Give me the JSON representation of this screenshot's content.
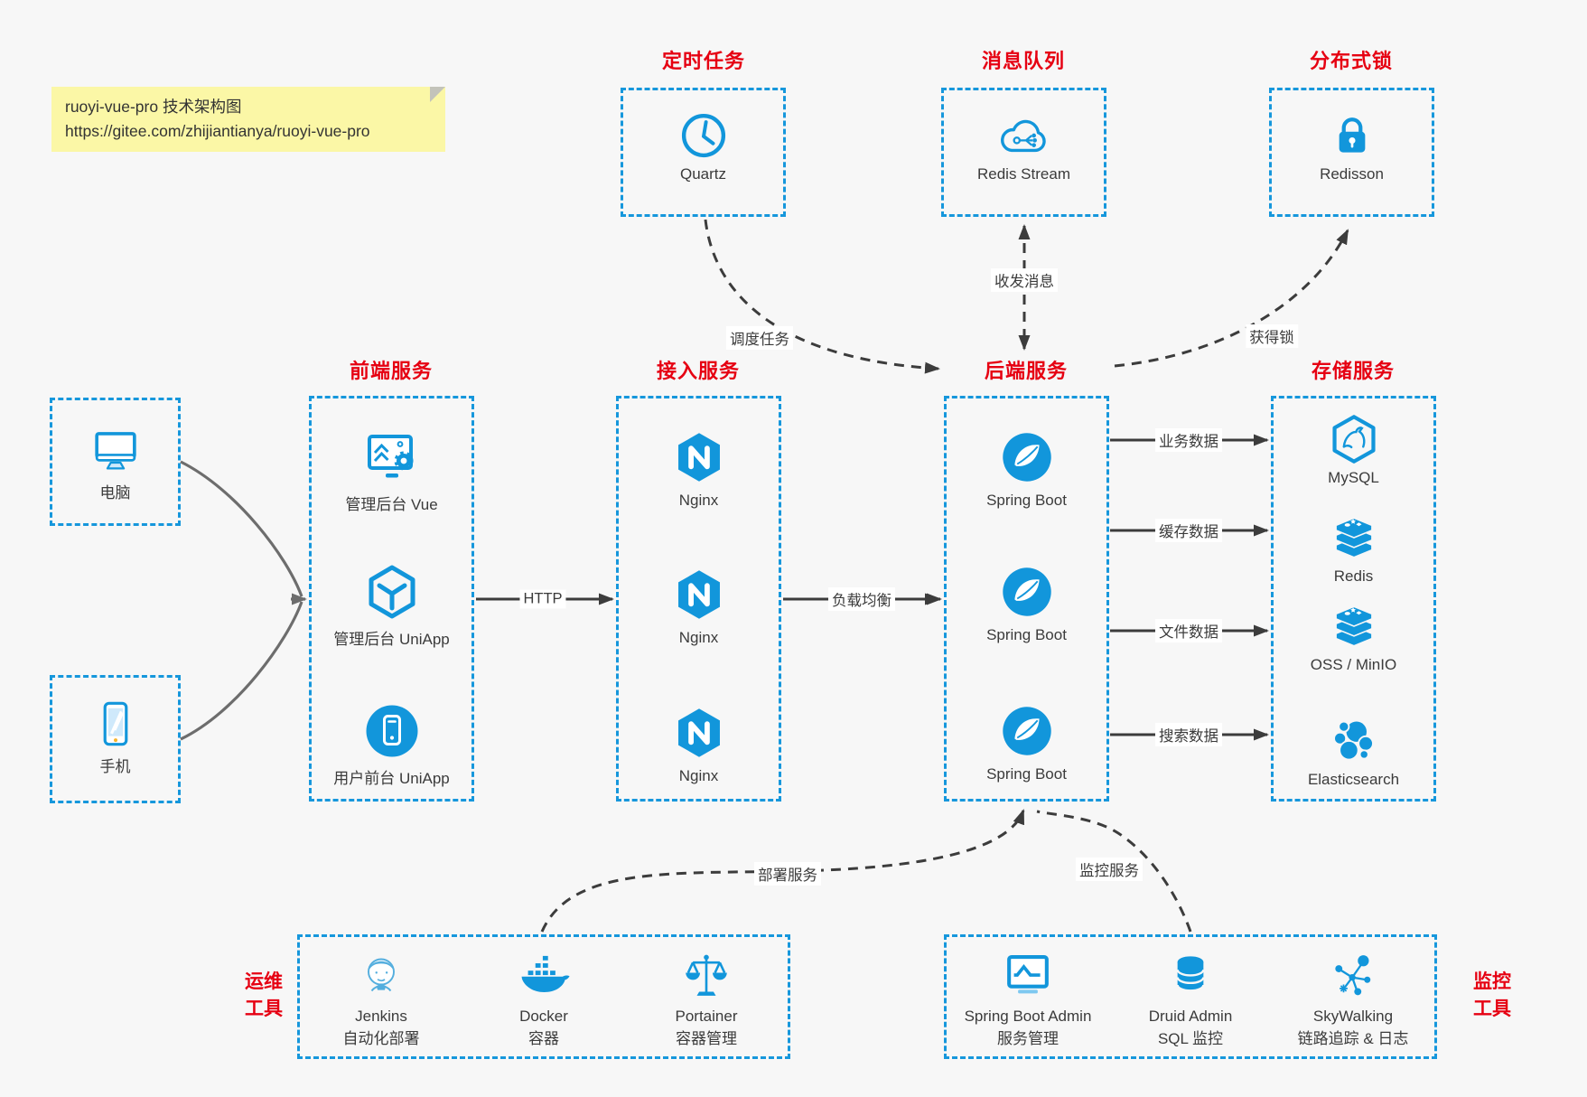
{
  "note": {
    "line1": "ruoyi-vue-pro 技术架构图",
    "line2": "https://gitee.com/zhijiantianya/ruoyi-vue-pro"
  },
  "colors": {
    "accent_blue": "#1296db",
    "title_red": "#e60012",
    "arrow_dark": "#3c3c3c",
    "client_arrow_gray": "#6d6d6d",
    "note_yellow": "#fbf7a6",
    "background": "#f7f7f7"
  },
  "groups": {
    "scheduled": {
      "title": "定时任务",
      "items": [
        {
          "label": "Quartz",
          "icon": "clock-icon"
        }
      ]
    },
    "mq": {
      "title": "消息队列",
      "items": [
        {
          "label": "Redis Stream",
          "icon": "cloud-stream-icon"
        }
      ]
    },
    "lock": {
      "title": "分布式锁",
      "items": [
        {
          "label": "Redisson",
          "icon": "lock-icon"
        }
      ]
    },
    "clients": {
      "items": [
        {
          "label": "电脑",
          "icon": "desktop-icon"
        },
        {
          "label": "手机",
          "icon": "smartphone-icon"
        }
      ]
    },
    "frontend": {
      "title": "前端服务",
      "items": [
        {
          "label": "管理后台 Vue",
          "icon": "admin-vue-icon"
        },
        {
          "label": "管理后台 UniApp",
          "icon": "uniapp-cube-icon"
        },
        {
          "label": "用户前台 UniApp",
          "icon": "uniapp-phone-icon"
        }
      ]
    },
    "gateway": {
      "title": "接入服务",
      "items": [
        {
          "label": "Nginx",
          "icon": "nginx-icon"
        },
        {
          "label": "Nginx",
          "icon": "nginx-icon"
        },
        {
          "label": "Nginx",
          "icon": "nginx-icon"
        }
      ]
    },
    "backend": {
      "title": "后端服务",
      "items": [
        {
          "label": "Spring Boot",
          "icon": "spring-icon"
        },
        {
          "label": "Spring Boot",
          "icon": "spring-icon"
        },
        {
          "label": "Spring Boot",
          "icon": "spring-icon"
        }
      ]
    },
    "storage": {
      "title": "存储服务",
      "items": [
        {
          "label": "MySQL",
          "icon": "mysql-icon"
        },
        {
          "label": "Redis",
          "icon": "redis-icon"
        },
        {
          "label": "OSS / MinIO",
          "icon": "oss-icon"
        },
        {
          "label": "Elasticsearch",
          "icon": "elasticsearch-icon"
        }
      ]
    },
    "ops": {
      "side_title_1": "运维",
      "side_title_2": "工具",
      "items": [
        {
          "name": "Jenkins",
          "desc": "自动化部署",
          "icon": "jenkins-icon"
        },
        {
          "name": "Docker",
          "desc": "容器",
          "icon": "docker-icon"
        },
        {
          "name": "Portainer",
          "desc": "容器管理",
          "icon": "portainer-icon"
        }
      ]
    },
    "monitor": {
      "side_title_1": "监控",
      "side_title_2": "工具",
      "items": [
        {
          "name": "Spring Boot Admin",
          "desc": "服务管理",
          "icon": "springbootadmin-icon"
        },
        {
          "name": "Druid Admin",
          "desc": "SQL 监控",
          "icon": "druid-icon"
        },
        {
          "name": "SkyWalking",
          "desc": "链路追踪 & 日志",
          "icon": "skywalking-icon"
        }
      ]
    }
  },
  "edges": {
    "http": "HTTP",
    "load_balance": "负载均衡",
    "schedule": "调度任务",
    "message": "收发消息",
    "get_lock": "获得锁",
    "biz_data": "业务数据",
    "cache_data": "缓存数据",
    "file_data": "文件数据",
    "search_data": "搜索数据",
    "deploy": "部署服务",
    "monitor": "监控服务"
  }
}
